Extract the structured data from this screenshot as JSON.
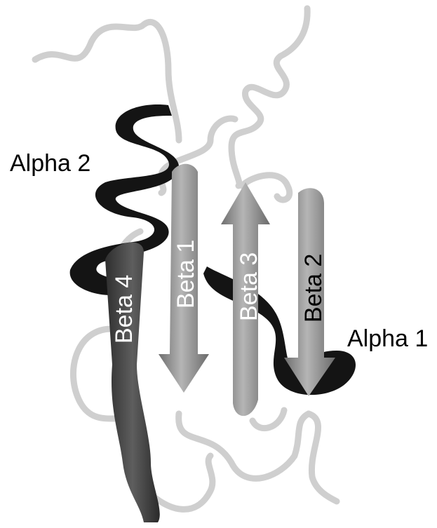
{
  "figure": {
    "labels": {
      "alpha_1": "Alpha 1",
      "alpha_2": "Alpha 2",
      "beta_1": "Beta 1",
      "beta_2": "Beta 2",
      "beta_3": "Beta 3",
      "beta_4": "Beta 4"
    },
    "colors": {
      "background": "#ffffff",
      "coil": "#d4d4d4",
      "helix": "#141414",
      "strand": "#8e8e8e",
      "strand_dark": "#4a4a4a",
      "label_dark": "#000000",
      "label_light": "#ffffff"
    }
  }
}
